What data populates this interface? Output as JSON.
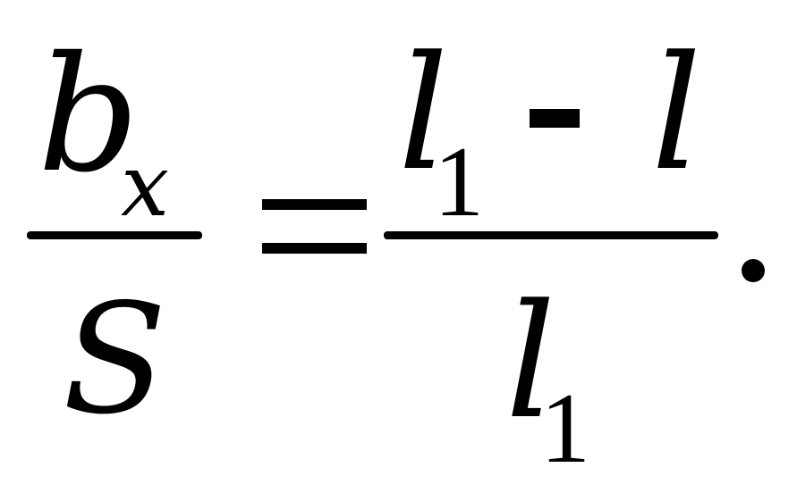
{
  "formula": {
    "left_numerator": {
      "variable": "b",
      "subscript": "x"
    },
    "left_denominator": "S",
    "equals": "=",
    "right_numerator": {
      "term1": "l",
      "term1_subscript": "1",
      "operator": "-",
      "term2": "l"
    },
    "right_denominator": {
      "term": "l",
      "subscript": "1"
    },
    "terminator": "."
  }
}
